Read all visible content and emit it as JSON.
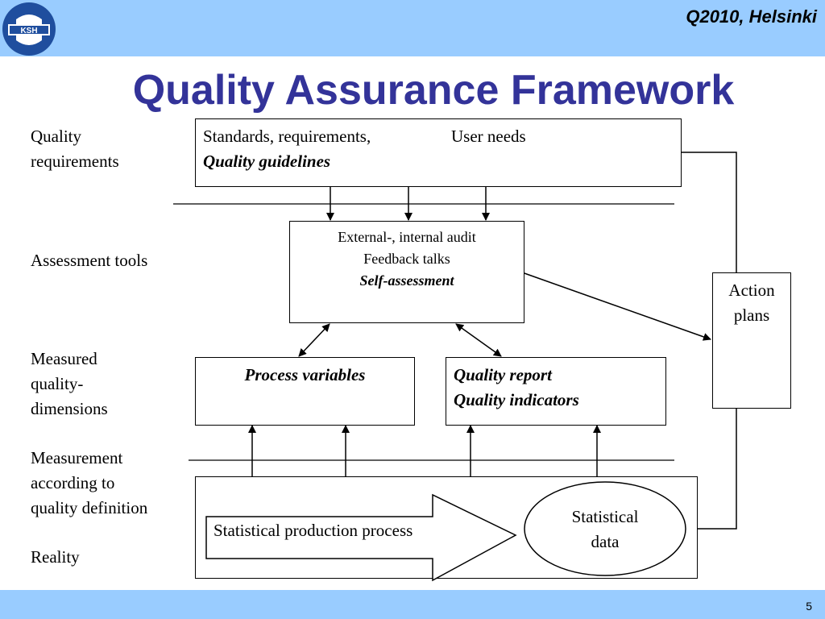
{
  "header": {
    "event": "Q2010, Helsinki",
    "logo_text": "KSH",
    "page_number": "5"
  },
  "title": "Quality Assurance Framework",
  "row_labels": {
    "quality_requirements": [
      "Quality",
      "requirements"
    ],
    "assessment_tools": "Assessment tools",
    "measured": [
      "Measured",
      "quality-",
      "dimensions"
    ],
    "measurement": [
      "Measurement",
      "according to",
      "quality definition"
    ],
    "reality": "Reality"
  },
  "boxes": {
    "standards": {
      "line1": "Standards, requirements,",
      "user_needs": "User needs",
      "line2": "Quality guidelines"
    },
    "assessment": {
      "line1": "External-, internal audit",
      "line2": "Feedback talks",
      "line3": "Self-assessment"
    },
    "process_variables": "Process variables",
    "quality_report": {
      "line1": "Quality report",
      "line2": "Quality indicators"
    },
    "action_plans": [
      "Action",
      "plans"
    ],
    "statistical_process": "Statistical production process",
    "statistical_data": [
      "Statistical",
      "data"
    ]
  },
  "colors": {
    "bar": "#99ccff",
    "title": "#333399",
    "logo": "#1f4e9e"
  }
}
